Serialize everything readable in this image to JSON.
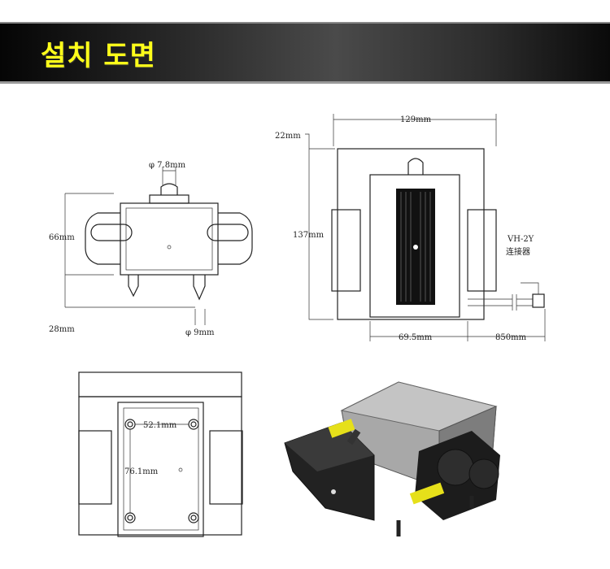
{
  "header": {
    "title": "설치 도면"
  },
  "front_view": {
    "inlet_diameter": "φ 7.8mm",
    "height": "66mm",
    "nozzle_height": "28mm",
    "outlet_diameter": "φ 9mm"
  },
  "top_view": {
    "width": "129mm",
    "top_offset": "22mm",
    "depth": "137mm",
    "connector_model": "VH-2Y",
    "connector_label": "连接器",
    "core_width": "69.5mm",
    "cable_length": "850mm"
  },
  "bottom_view": {
    "hole_spacing_x": "52.1mm",
    "hole_spacing_y": "76.1mm"
  },
  "colors": {
    "title": "#ffff1a",
    "accent_yellow": "#e6e01a",
    "body_gray": "#9a9a9a"
  }
}
